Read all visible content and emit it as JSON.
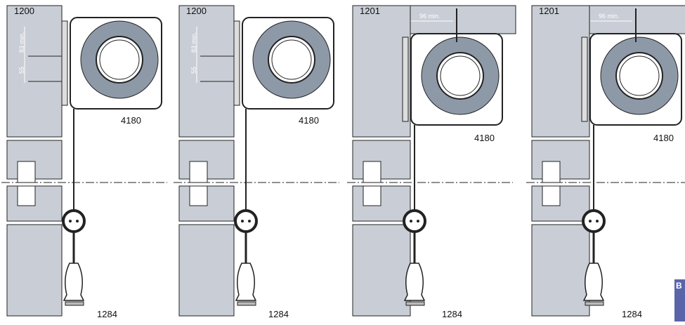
{
  "panels": [
    {
      "code": "1200",
      "housing": "4180",
      "handle": "1284",
      "dims": [
        "83 min.",
        "55"
      ]
    },
    {
      "code": "1200",
      "housing": "4180",
      "handle": "1284",
      "dims": [
        "83 min.",
        "55"
      ]
    },
    {
      "code": "1201",
      "housing": "4180",
      "handle": "1284",
      "dims": [
        "96 min."
      ]
    },
    {
      "code": "1201",
      "housing": "4180",
      "handle": "1284",
      "dims": [
        "96 min."
      ]
    }
  ],
  "logo_letter": "B",
  "colors": {
    "wall": "#c9ced6",
    "roll": "#8e99a8",
    "line": "#222222",
    "logo": "#5a64a8"
  }
}
